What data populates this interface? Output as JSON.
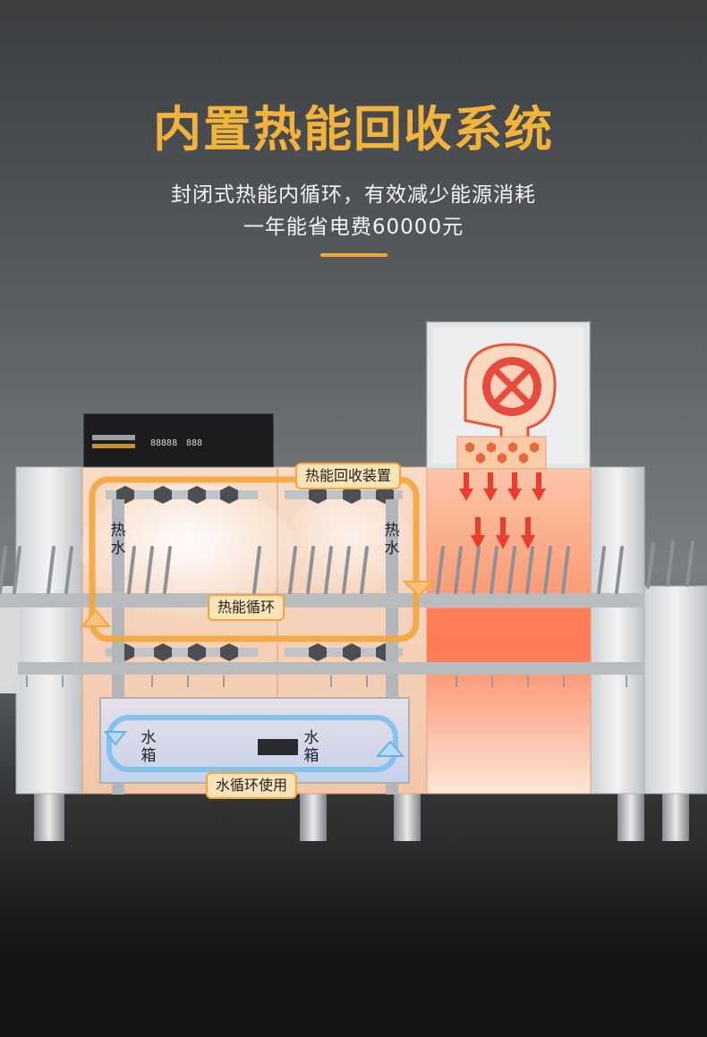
{
  "header": {
    "title": "内置热能回收系统",
    "subtitle_line1": "封闭式热能内循环，有效减少能源消耗",
    "subtitle_line2": "一年能省电费60000元"
  },
  "labels": {
    "heat_recovery_device": "热能回收装置",
    "heat_cycle": "热能循环",
    "water_cycle": "水循环使用",
    "hot_water": "热水",
    "water_tank": "水箱"
  },
  "panel": {
    "display_left": "88888",
    "display_right": "888"
  },
  "colors": {
    "accent": "#f2b33d",
    "cycle_orange": "#f5a53a",
    "blower_red": "#e84a3b",
    "water_blue": "#7fc1ef"
  }
}
